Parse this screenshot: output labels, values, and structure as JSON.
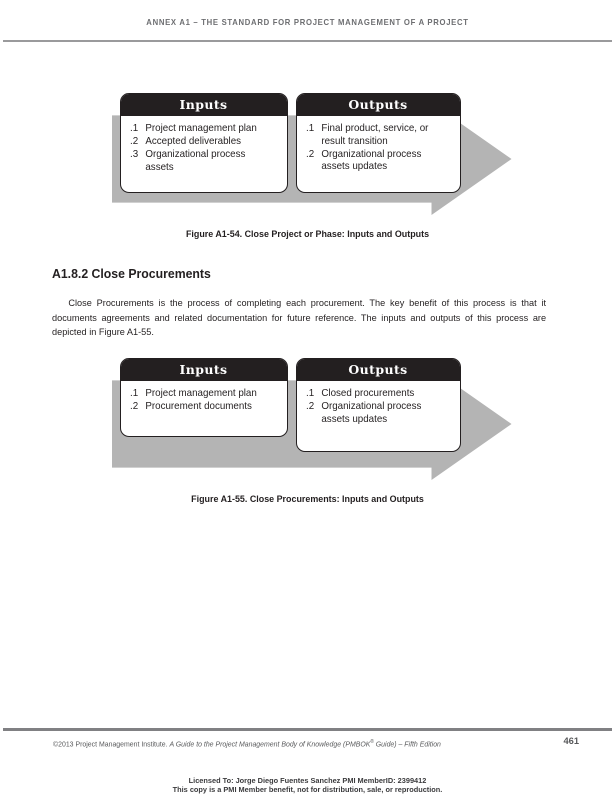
{
  "page": {
    "running_head": "ANNEX A1 – THE STANDARD FOR PROJECT MANAGEMENT OF A PROJECT",
    "page_number": "461",
    "colors": {
      "rule_gray": "#9a9a9c",
      "footer_rule_gray": "#808083",
      "arrow_gray": "#b4b4b4",
      "card_header_black": "#231f20",
      "running_head_gray": "#6d6e71"
    }
  },
  "figures": [
    {
      "caption": "Figure A1-54. Close Project or Phase: Inputs and Outputs",
      "cards": [
        {
          "title": "Inputs",
          "items": [
            {
              "num": ".1",
              "text": "Project management plan"
            },
            {
              "num": ".2",
              "text": "Accepted deliverables"
            },
            {
              "num": ".3",
              "text": "Organizational process assets"
            }
          ]
        },
        {
          "title": "Outputs",
          "items": [
            {
              "num": ".1",
              "text": "Final product, service, or result transition"
            },
            {
              "num": ".2",
              "text": "Organizational process assets updates"
            }
          ]
        }
      ]
    },
    {
      "caption": "Figure A1-55. Close Procurements: Inputs and Outputs",
      "cards": [
        {
          "title": "Inputs",
          "items": [
            {
              "num": ".1",
              "text": "Project management plan"
            },
            {
              "num": ".2",
              "text": "Procurement documents"
            }
          ]
        },
        {
          "title": "Outputs",
          "items": [
            {
              "num": ".1",
              "text": "Closed procurements"
            },
            {
              "num": ".2",
              "text": "Organizational process assets updates"
            }
          ]
        }
      ]
    }
  ],
  "section": {
    "heading": "A1.8.2 Close Procurements",
    "paragraph": "Close Procurements is the process of completing each procurement. The key benefit of this process is that it documents agreements and related documentation for future reference. The inputs and outputs of this process are depicted in Figure A1-55."
  },
  "footer": {
    "copyright_prefix": "©2013 Project Management Institute. ",
    "title_italic_a": "A Guide to the Project Management Body of Knowledge (PMBOK",
    "title_sup": "®",
    "title_italic_b": " Guide) – Fifth Edition",
    "license_line_1": "Licensed To: Jorge Diego Fuentes Sanchez PMI MemberID: 2399412",
    "license_line_2": "This copy is a PMI Member benefit, not for distribution, sale, or reproduction."
  }
}
